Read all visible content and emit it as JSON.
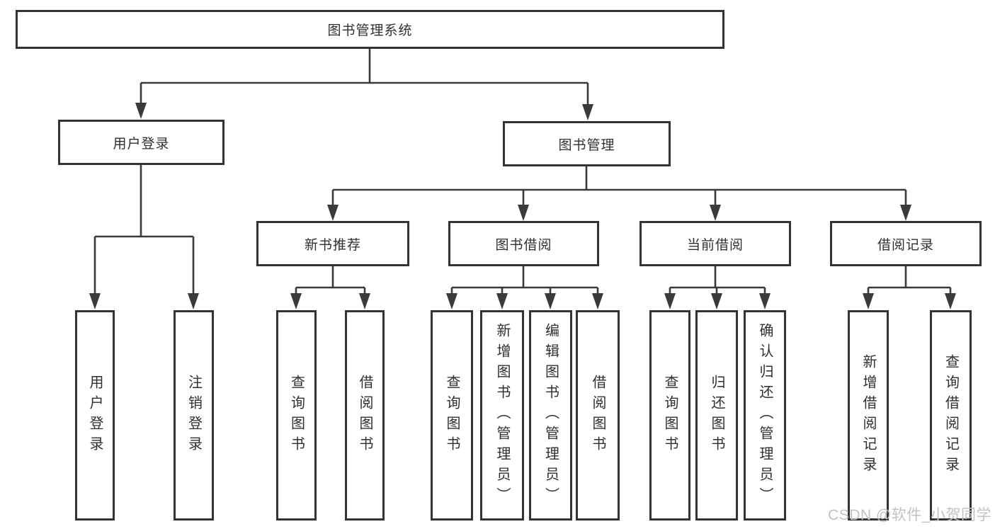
{
  "diagram": {
    "root": {
      "label": "图书管理系统"
    },
    "level2": [
      {
        "label": "用户登录"
      },
      {
        "label": "图书管理"
      }
    ],
    "level3": [
      {
        "label": "新书推荐"
      },
      {
        "label": "图书借阅"
      },
      {
        "label": "当前借阅"
      },
      {
        "label": "借阅记录"
      }
    ],
    "leaves": {
      "user_login": [
        {
          "label": "用户登录"
        },
        {
          "label": "注销登录"
        }
      ],
      "new_books": [
        {
          "label": "查询图书"
        },
        {
          "label": "借阅图书"
        }
      ],
      "book_borrow": [
        {
          "label": "查询图书"
        },
        {
          "label": "新增图书（管理员）"
        },
        {
          "label": "编辑图书（管理员）"
        },
        {
          "label": "借阅图书"
        }
      ],
      "current_borrow": [
        {
          "label": "查询图书"
        },
        {
          "label": "归还图书"
        },
        {
          "label": "确认归还（管理员）"
        }
      ],
      "borrow_records": [
        {
          "label": "新增借阅记录"
        },
        {
          "label": "查询借阅记录"
        }
      ]
    },
    "colors": {
      "line": "#3a3a3a",
      "border": "#333333",
      "text": "#2f2f2f",
      "background": "#ffffff",
      "watermark": "#c6c1c1"
    },
    "watermark": "CSDN @软件_小贺同学"
  }
}
